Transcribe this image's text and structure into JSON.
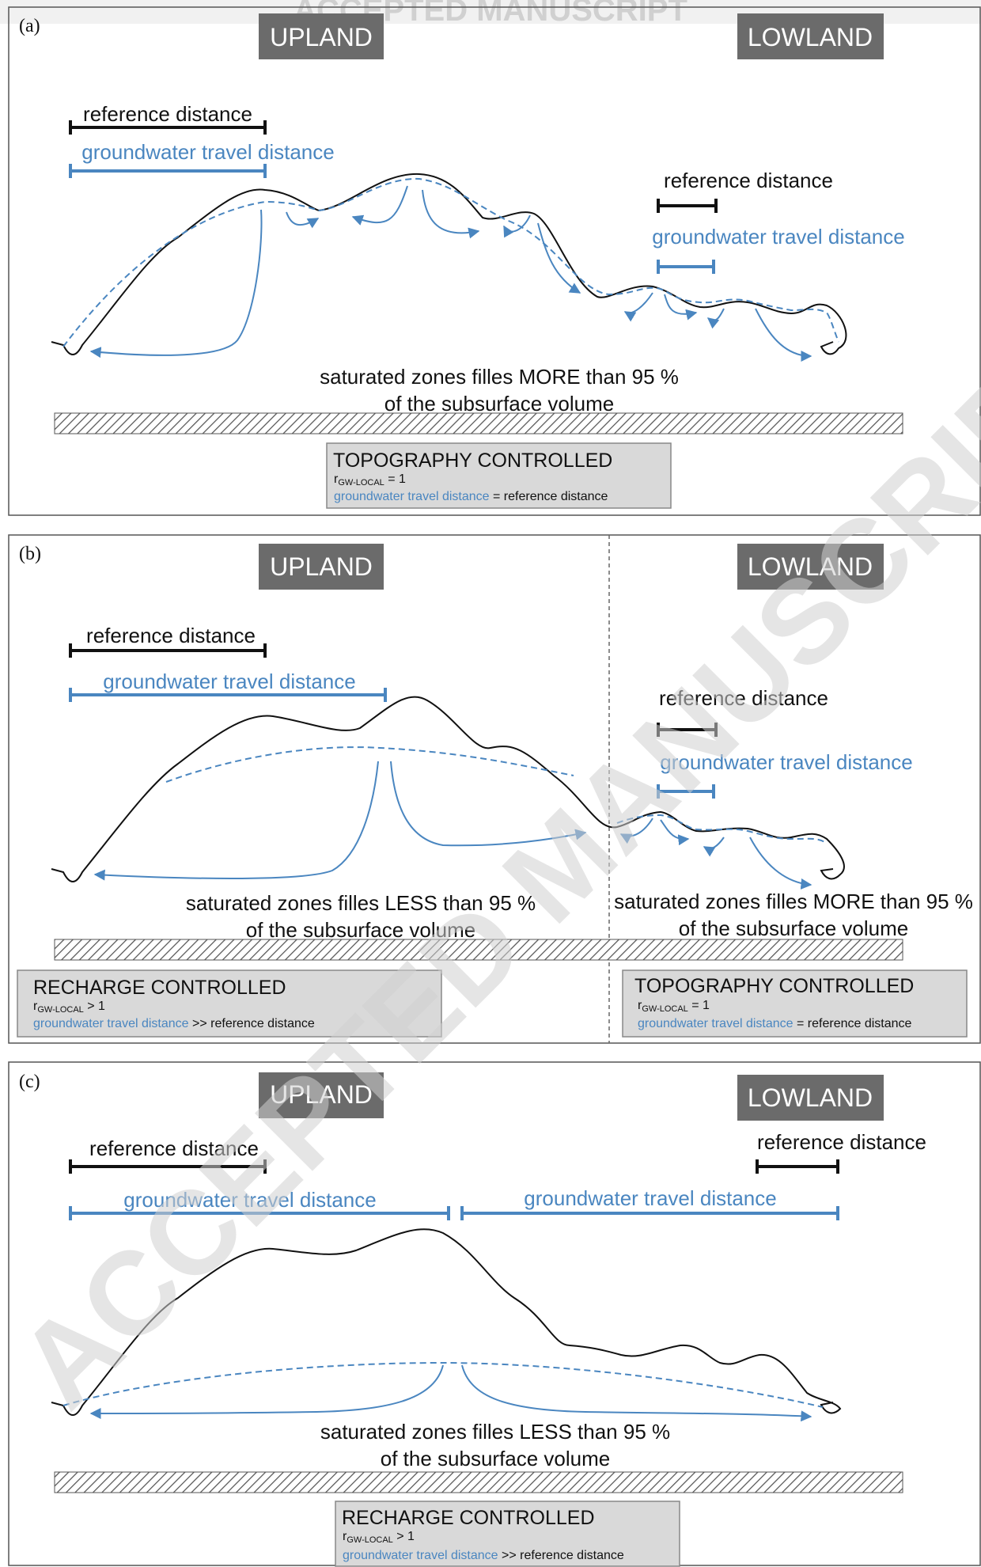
{
  "watermark": "ACCEPTED MANUSCRIPT",
  "colors": {
    "blue": "#4a86c0",
    "black": "#111111",
    "gray_box": "#d9d9d9",
    "region_box": "#6b6b6b"
  },
  "panels": [
    {
      "id": "(a)",
      "upland": "UPLAND",
      "lowland": "LOWLAND",
      "ref_left": "reference distance",
      "gw_left": "groundwater travel distance",
      "ref_right": "reference distance",
      "gw_right": "groundwater travel distance",
      "sat_line1": "saturated zones filles MORE than 95 %",
      "sat_line2": "of the subsurface volume",
      "box": {
        "title": "TOPOGRAPHY CONTROLLED",
        "r_label": "r",
        "r_sub": "GW-LOCAL",
        "r_rel": " = 1",
        "gw": "groundwater travel distance",
        "rel": " = reference distance"
      }
    },
    {
      "id": "(b)",
      "upland": "UPLAND",
      "lowland": "LOWLAND",
      "ref_left": "reference distance",
      "gw_left": "groundwater travel distance",
      "ref_right": "reference distance",
      "gw_right": "groundwater travel distance",
      "sat_left_line1": "saturated zones filles LESS than 95 %",
      "sat_left_line2": "of the subsurface volume",
      "sat_right_line1": "saturated zones filles MORE than 95 %",
      "sat_right_line2": "of the subsurface volume",
      "box_left": {
        "title": "RECHARGE CONTROLLED",
        "r_label": "r",
        "r_sub": "GW-LOCAL",
        "r_rel": " > 1",
        "gw": "groundwater travel distance",
        "rel": " >> reference distance"
      },
      "box_right": {
        "title": "TOPOGRAPHY CONTROLLED",
        "r_label": "r",
        "r_sub": "GW-LOCAL",
        "r_rel": " = 1",
        "gw": "groundwater travel distance",
        "rel": " = reference distance"
      }
    },
    {
      "id": "(c)",
      "upland": "UPLAND",
      "lowland": "LOWLAND",
      "ref_left": "reference distance",
      "ref_right": "reference distance",
      "gw_left": "groundwater travel distance",
      "gw_right": "groundwater travel distance",
      "sat_line1": "saturated zones filles LESS than 95 %",
      "sat_line2": "of the subsurface volume",
      "box": {
        "title": "RECHARGE CONTROLLED",
        "r_label": "r",
        "r_sub": "GW-LOCAL",
        "r_rel": " > 1",
        "gw": "groundwater travel distance",
        "rel": " >> reference distance"
      }
    }
  ]
}
